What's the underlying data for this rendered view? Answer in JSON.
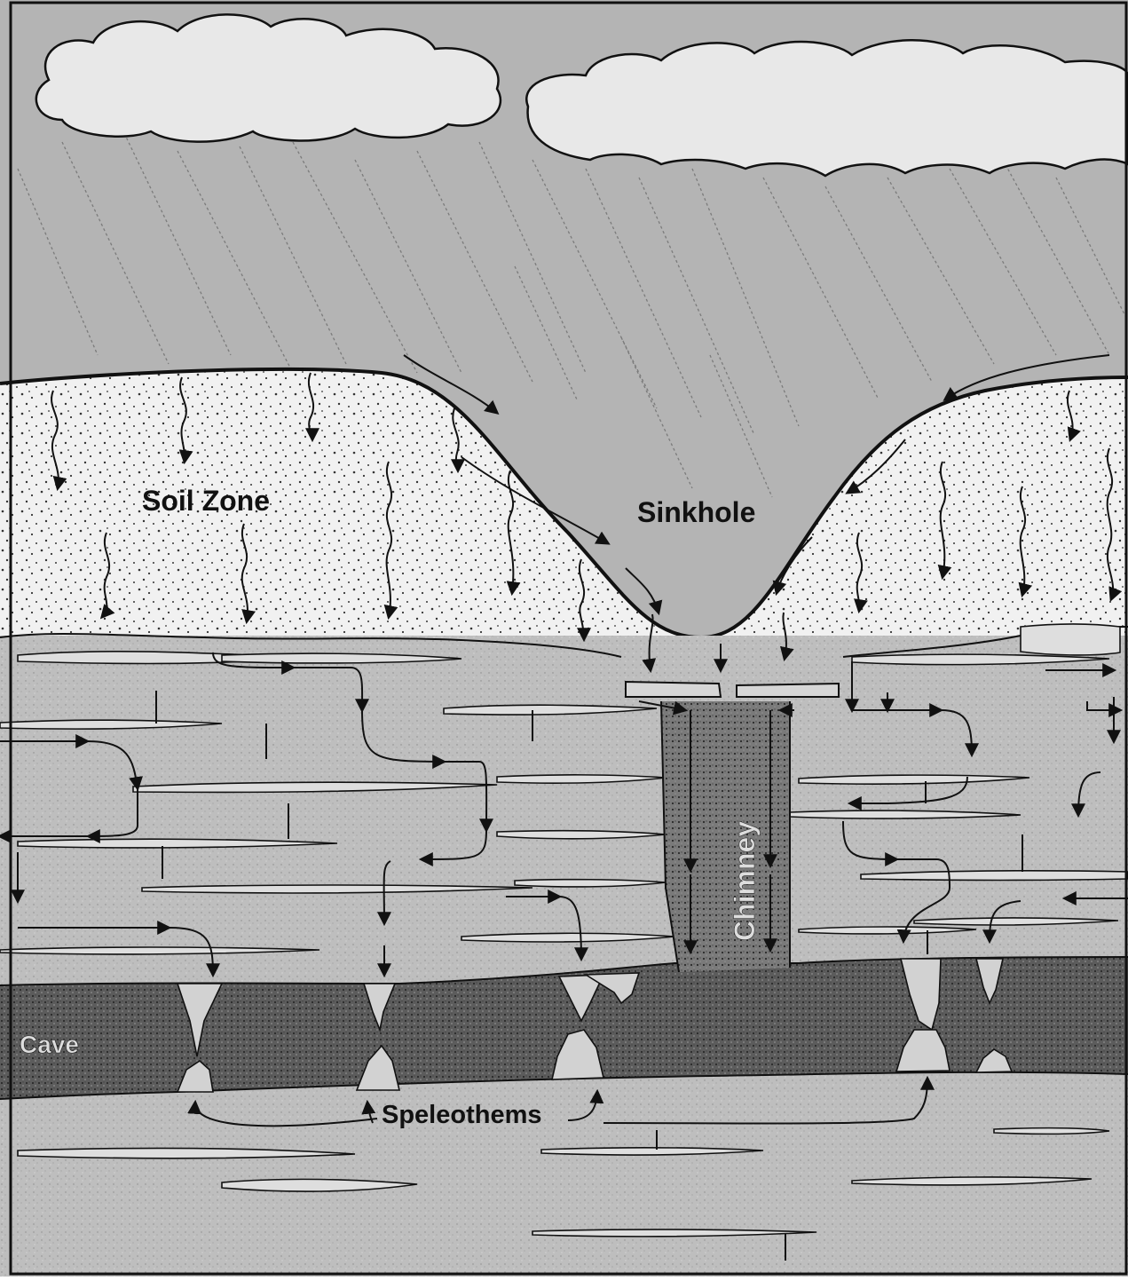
{
  "labels": {
    "soil_zone": "Soil Zone",
    "sinkhole": "Sinkhole",
    "chimney": "Chimney",
    "cave": "Cave",
    "speleothems": "Speleothems"
  },
  "colors": {
    "sky": "#b4b4b4",
    "cloud": "#e6e6e6",
    "soil": "#f1f1f1",
    "limestone": "#bebebe",
    "bedding": "#dcdcdc",
    "cave": "#5c5c5c",
    "chimney": "#7a7a7a",
    "ink": "#111111"
  }
}
